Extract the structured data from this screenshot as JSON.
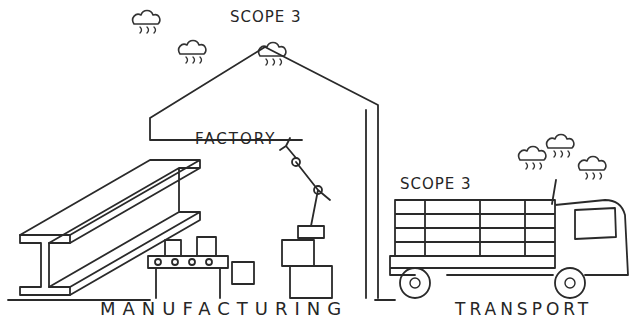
{
  "diagram": {
    "nodes": [
      {
        "text": [
          "FACTORY",
          "MANUFACTURING"
        ]
      },
      {
        "text": [
          "SCOPE 3",
          "TRANSPORT"
        ]
      }
    ],
    "labels": [
      "SCOPE 3"
    ]
  }
}
